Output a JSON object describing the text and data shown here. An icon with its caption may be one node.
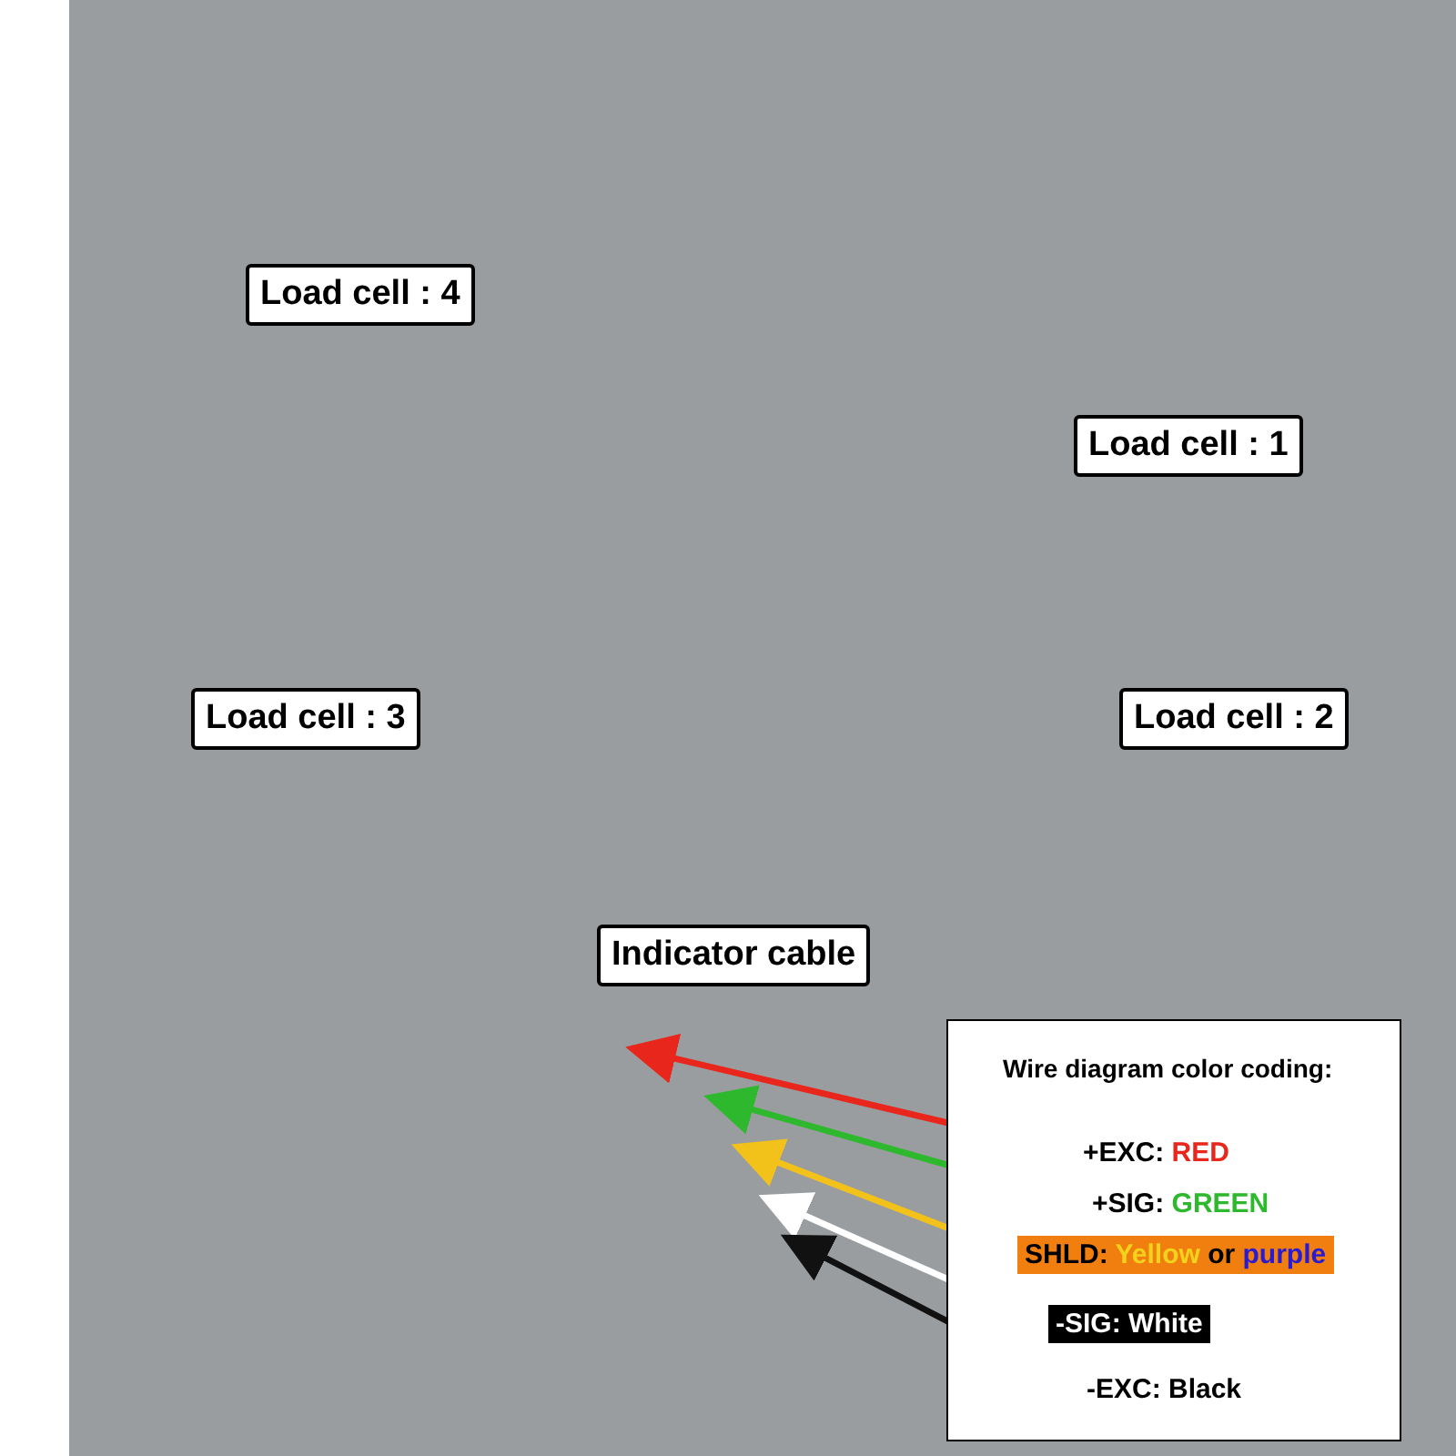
{
  "diagram": {
    "nodes": [
      {
        "text": [
          "Load cell : 4"
        ]
      },
      {
        "text": [
          "Load cell : 1"
        ]
      },
      {
        "text": [
          "Load cell : 3"
        ]
      },
      {
        "text": [
          "Load cell : 2"
        ]
      },
      {
        "text": [
          "Indicator cable"
        ]
      },
      {
        "text": [
          "Wire diagram color coding:"
        ]
      },
      {
        "text": [
          "+EXC:",
          "RED"
        ],
        "in": 5
      },
      {
        "text": [
          "+SIG:",
          "GREEN"
        ],
        "in": 5
      },
      {
        "text": [
          "SHLD:",
          "Yellow",
          "or",
          "purple"
        ],
        "in": 5
      },
      {
        "text": [
          "-SIG: White"
        ],
        "in": 5
      },
      {
        "text": [
          "-EXC: Black"
        ],
        "in": 5
      }
    ],
    "edges": [
      {
        "from": 6,
        "to": null,
        "arrow": "to",
        "color": "#e8261c"
      },
      {
        "from": 7,
        "to": null,
        "arrow": "to",
        "color": "#2db82d"
      },
      {
        "from": 8,
        "to": null,
        "arrow": "to",
        "color": "#f2c21b"
      },
      {
        "from": 9,
        "to": null,
        "arrow": "to",
        "color": "#ffffff"
      },
      {
        "from": 10,
        "to": null,
        "arrow": "to",
        "color": "#111111"
      }
    ]
  }
}
